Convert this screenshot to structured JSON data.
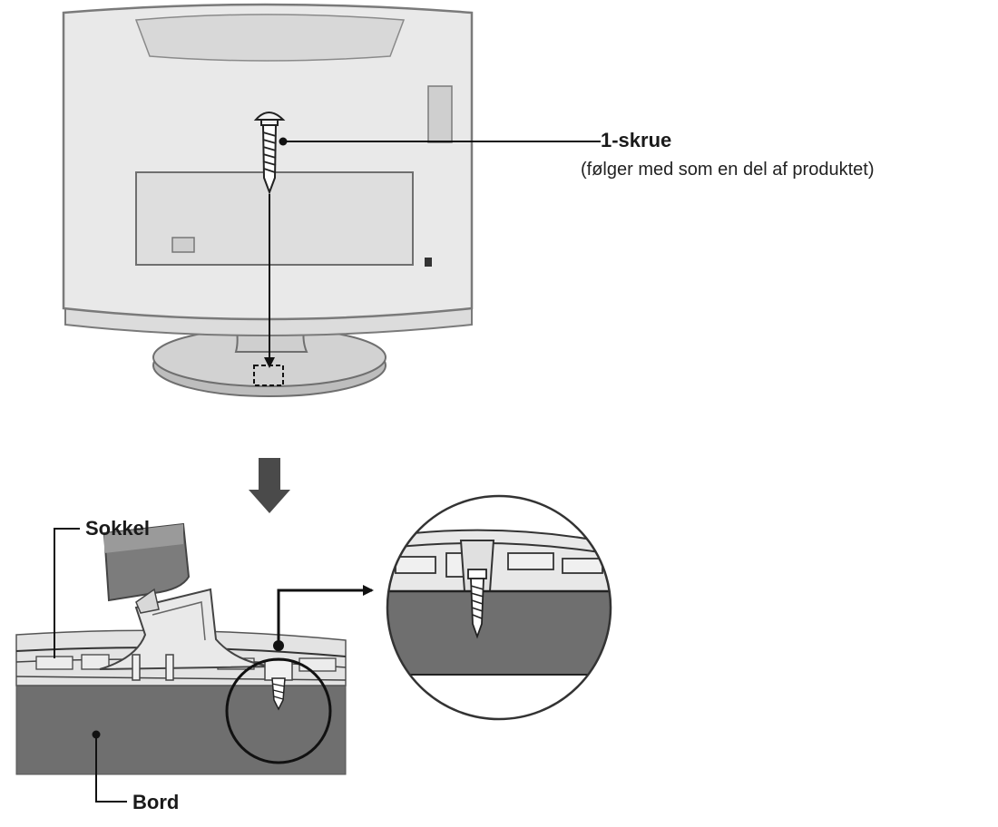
{
  "labels": {
    "screw_title": "1-skrue",
    "screw_note": "(følger med som en del af produktet)",
    "base": "Sokkel",
    "table": "Bord"
  },
  "colors": {
    "tv_body": "#e6e6e6",
    "tv_outline": "#7a7a7a",
    "panel": "#d6d6d6",
    "stand": "#c8c8c8",
    "table": "#6f6f6f",
    "line": "#111111"
  }
}
